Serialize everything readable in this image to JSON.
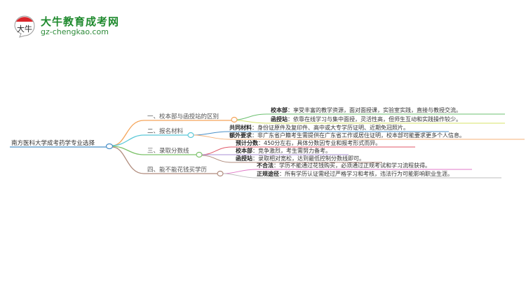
{
  "logo": {
    "title": "大牛教育成考网",
    "url": "gz-chengkao.com",
    "badge_text": "大牛"
  },
  "mindmap": {
    "root": "南方医科大学成考药学专业选择",
    "colors": {
      "root_line": "#4a90c8",
      "branch1": "#f5a55a",
      "branch2": "#5bc8d8",
      "branch3": "#7cc26a",
      "branch4": "#b08b7c"
    },
    "branches": [
      {
        "label": "一、校本部与函授站的区别",
        "leaves": [
          {
            "key": "校本部",
            "text": "：享受丰富的教学资源，面对面授课，实验室实践，直接与教授交流。",
            "color": "#6cc070"
          },
          {
            "key": "函授站",
            "text": "：依靠在线学习与集中面授，灵活性高，但师生互动和实践操作较少。",
            "color": "#d7e36a"
          }
        ]
      },
      {
        "label": "二、报名材料",
        "leaves": [
          {
            "key": "共同材料",
            "text": "：身份证原件及复印件、高中或大专学历证明、近期免冠照片。",
            "color": "#4a90c8"
          },
          {
            "key": "额外要求",
            "text": "：非广东省户籍考生需提供在广东省工作或居住证明，校本部可能要求更多个人信息。",
            "color": "#f5b27a"
          }
        ]
      },
      {
        "label": "三、录取分数线",
        "leaves": [
          {
            "key": "预计分数",
            "text": "：450分左右，具体分数因专业和报考形式而异。",
            "color": "#e05a6a"
          },
          {
            "key": "校本部",
            "text": "：竞争激烈，考生需努力备考。",
            "color": "#a88fd6"
          },
          {
            "key": "函授站",
            "text": "：录取相对宽松，达到最低控制分数线即可。",
            "color": "#b08b7c"
          }
        ]
      },
      {
        "label": "四、能不能花钱买学历",
        "leaves": [
          {
            "key": "不合法",
            "text": "：学历不能通过花钱购买，必须通过正规考试和学习流程获得。",
            "color": "#e07ac8"
          },
          {
            "key": "正规途径",
            "text": "：所有学历认证需经过严格学习和考核，违法行为可能影响职业生涯。",
            "color": "#bdbdbd"
          }
        ]
      }
    ]
  }
}
